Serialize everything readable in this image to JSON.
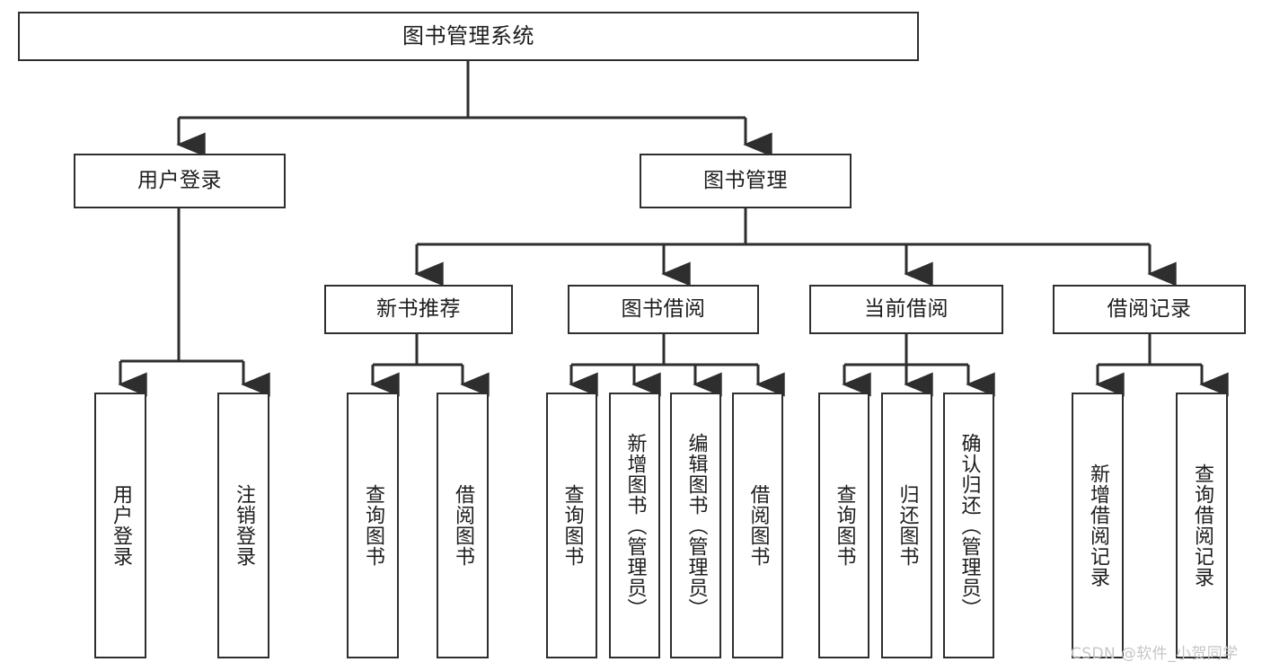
{
  "diagram": {
    "title": "图书管理系统",
    "type": "tree-hierarchy-diagram",
    "colors": {
      "background": "#ffffff",
      "node_border": "#2e2e2e",
      "node_fill": "#ffffff",
      "text": "#1d1d1d",
      "edge": "#2e2e2e",
      "watermark": "#c6c6c6"
    },
    "root": {
      "label": "图书管理系统"
    },
    "level2": [
      {
        "label": "用户登录"
      },
      {
        "label": "图书管理"
      }
    ],
    "level3": [
      {
        "label": "新书推荐"
      },
      {
        "label": "图书借阅"
      },
      {
        "label": "当前借阅"
      },
      {
        "label": "借阅记录"
      }
    ],
    "leaves": {
      "user_login": [
        {
          "label": "用户登录"
        },
        {
          "label": "注销登录"
        }
      ],
      "new_book_recommend": [
        {
          "label": "查询图书"
        },
        {
          "label": "借阅图书"
        }
      ],
      "book_borrow": [
        {
          "label": "查询图书"
        },
        {
          "label": "新增图书（管理员）"
        },
        {
          "label": "编辑图书（管理员）"
        },
        {
          "label": "借阅图书"
        }
      ],
      "current_borrow": [
        {
          "label": "查询图书"
        },
        {
          "label": "归还图书"
        },
        {
          "label": "确认归还（管理员）"
        }
      ],
      "borrow_record": [
        {
          "label": "新增借阅记录"
        },
        {
          "label": "查询借阅记录"
        }
      ]
    },
    "watermark": "CSDN @软件_小贺同学"
  }
}
